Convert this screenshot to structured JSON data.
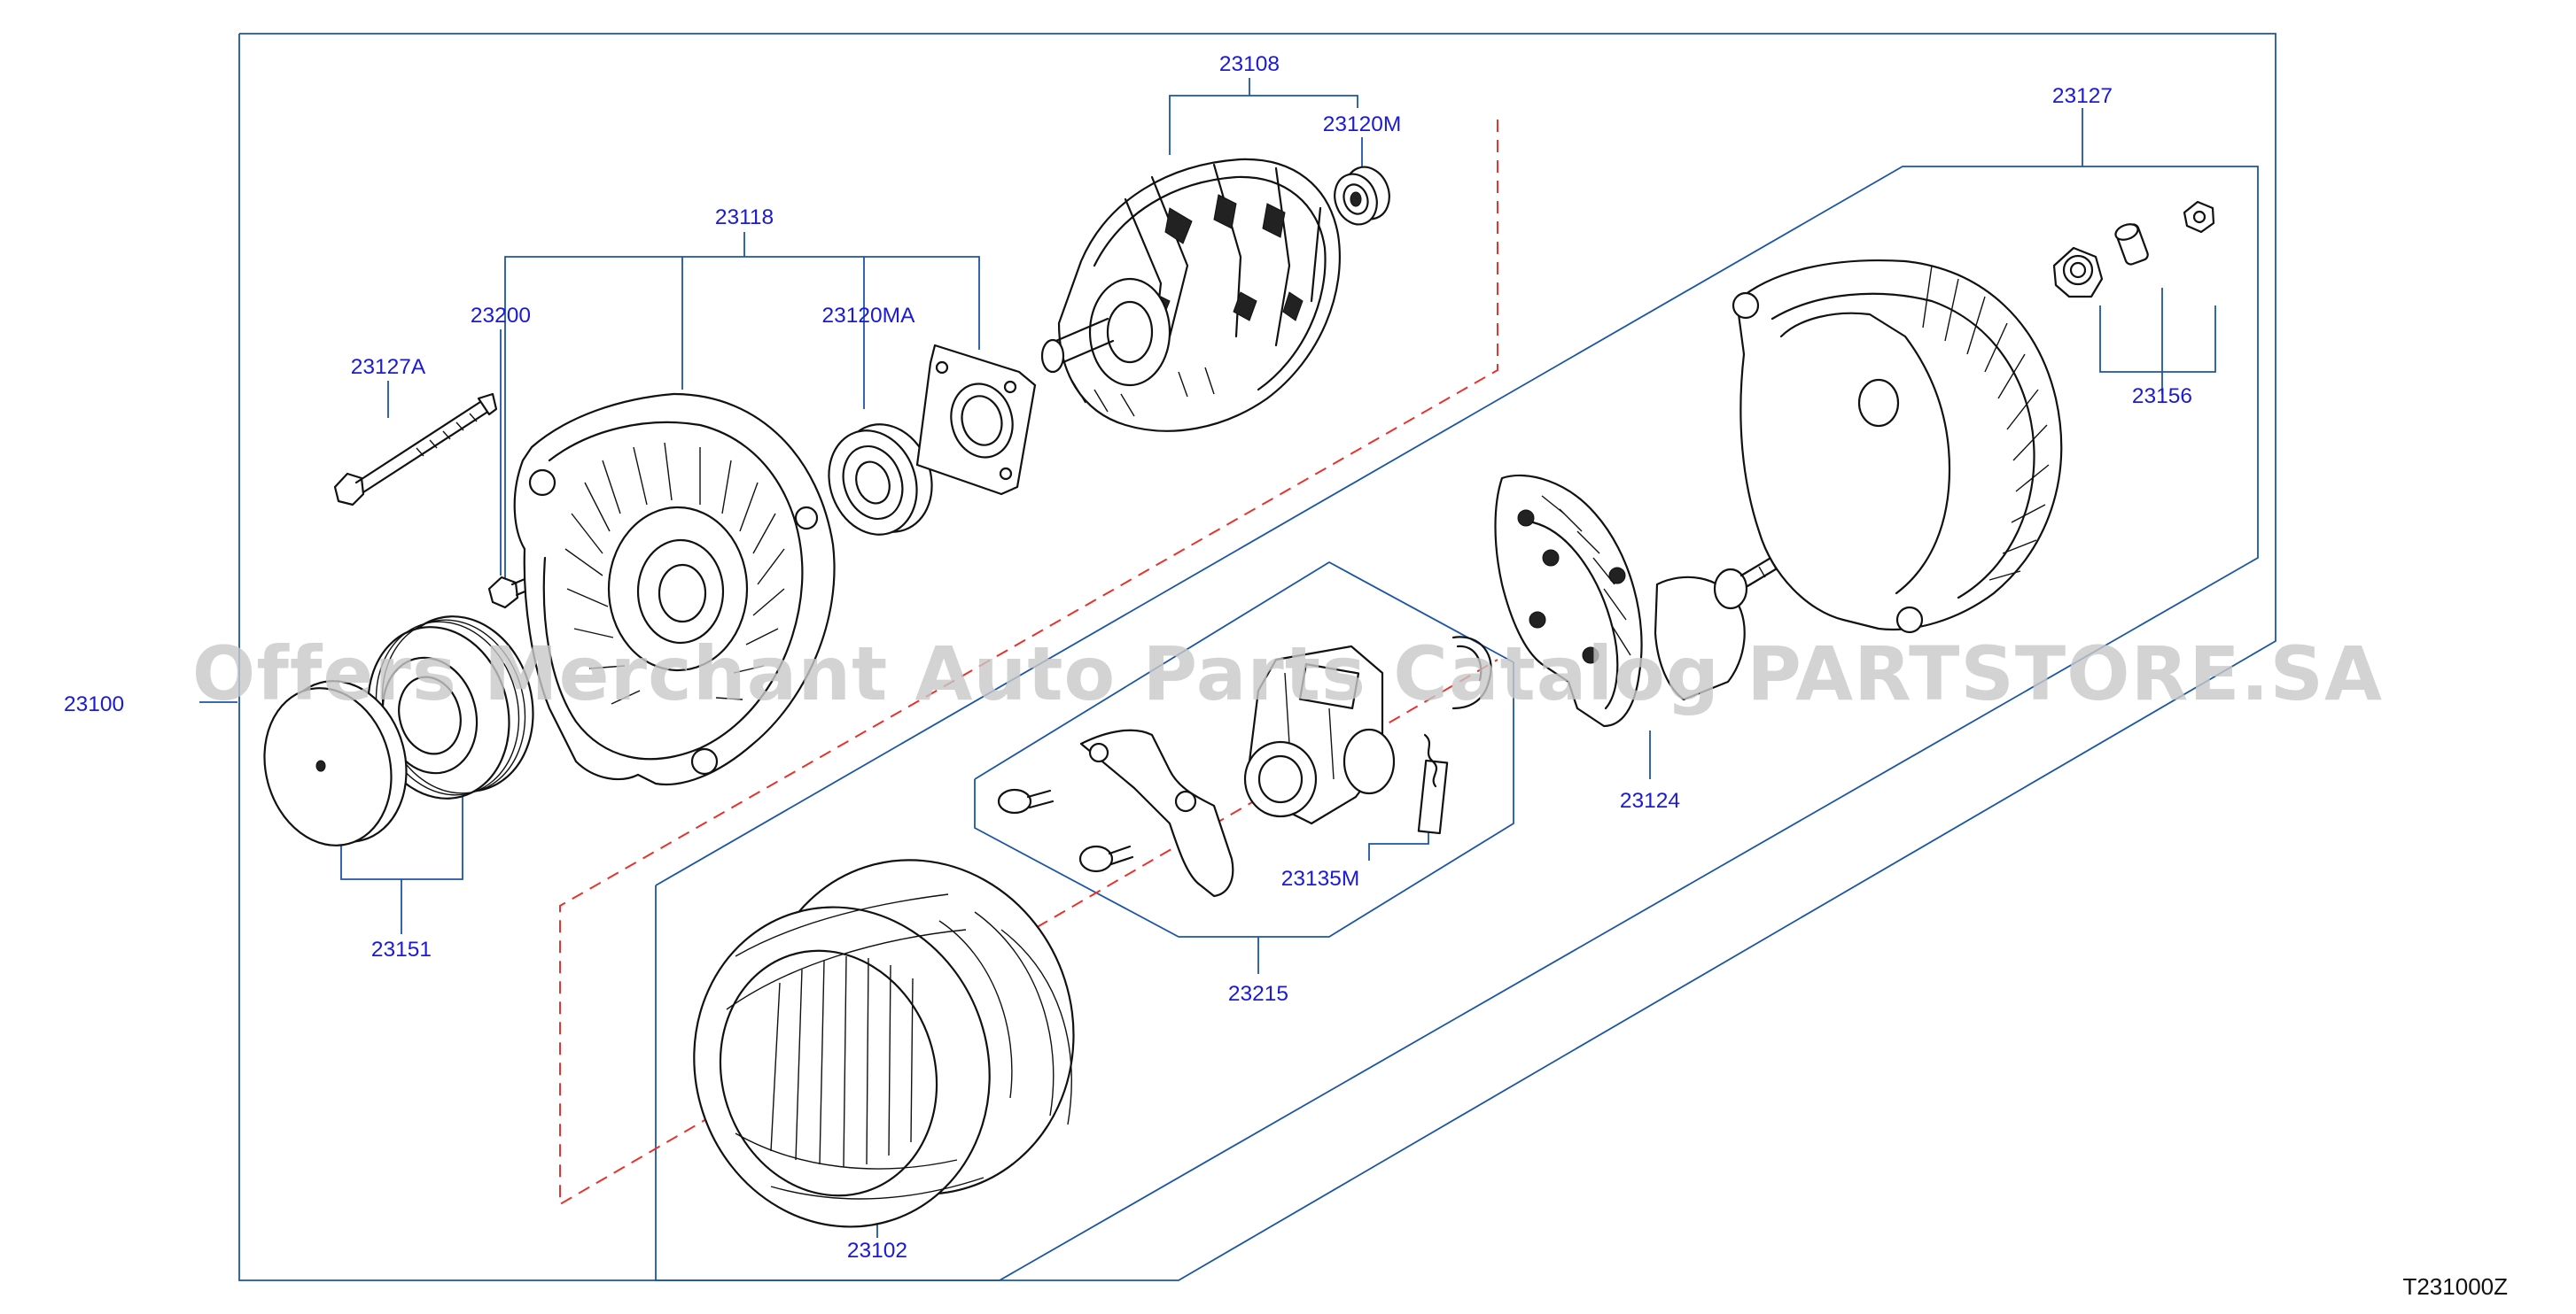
{
  "diagram": {
    "part_numbers": {
      "p23100": "23100",
      "p23108": "23108",
      "p23120M": "23120M",
      "p23118": "23118",
      "p23200": "23200",
      "p23120MA": "23120MA",
      "p23127A": "23127A",
      "p23127": "23127",
      "p23156": "23156",
      "p23124": "23124",
      "p23135M": "23135M",
      "p23215": "23215",
      "p23151": "23151",
      "p23102": "23102"
    },
    "watermark": "Offers Merchant Auto Parts Catalog PARTSTORE.SA",
    "figure_code": "T231000Z",
    "colors": {
      "label": "#1a1ad8",
      "leader_line": "#1c55a6",
      "dashed_guide": "#e8322b",
      "watermark": "#c9c9c9"
    }
  }
}
